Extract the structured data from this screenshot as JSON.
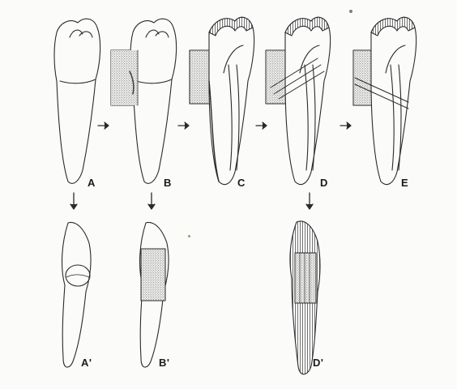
{
  "figure": {
    "labels": {
      "a": "A",
      "b": "B",
      "c": "C",
      "d": "D",
      "e": "E",
      "a_prime": "A'",
      "b_prime": "B'",
      "d_prime": "D'"
    },
    "colors": {
      "line": "#2a2a2a",
      "stipple": "#555555",
      "paper": "#fbfbfa"
    }
  }
}
